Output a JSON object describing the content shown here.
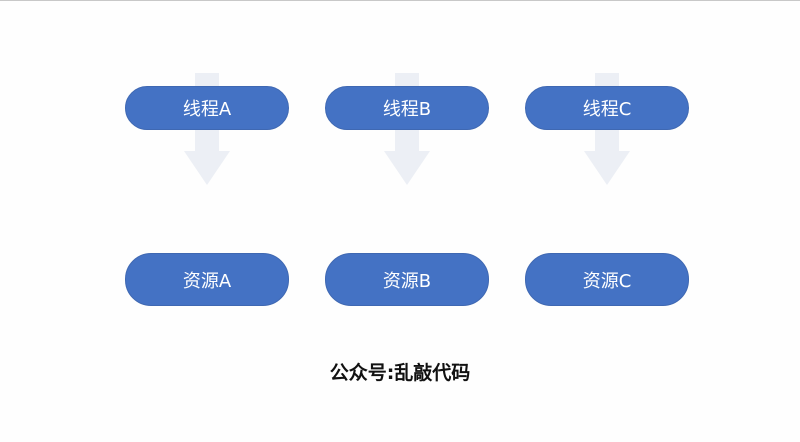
{
  "diagram": {
    "threads": [
      {
        "label": "线程A"
      },
      {
        "label": "线程B"
      },
      {
        "label": "线程C"
      }
    ],
    "resources": [
      {
        "label": "资源A"
      },
      {
        "label": "资源B"
      },
      {
        "label": "资源C"
      }
    ],
    "colors": {
      "node_fill": "#4472c4",
      "node_text": "#ffffff",
      "arrow": "#eceff5"
    },
    "footer": "公众号:乱敲代码"
  }
}
